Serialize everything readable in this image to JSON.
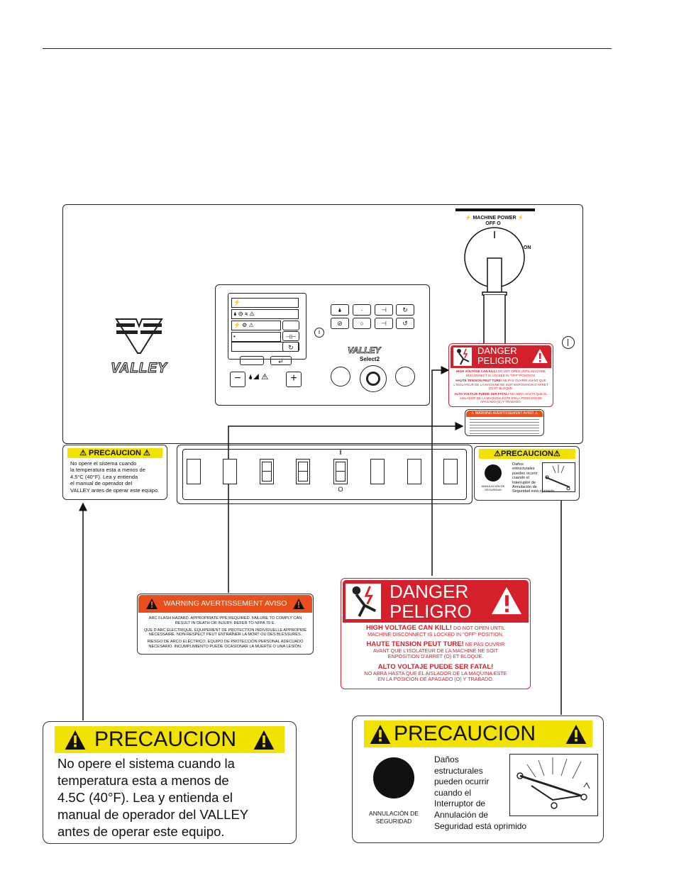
{
  "panel": {
    "brand": "VALLEY",
    "controller_brand": "VALLEY",
    "controller_model": "Select2",
    "disconnect_label": "MACHINE POWER",
    "disconnect_off": "OFF O",
    "disconnect_on": "I ON",
    "switch_on_mark": "I",
    "switch_off_mark": "O"
  },
  "small_precaucion_left": {
    "title": "PRECAUCION",
    "lines": [
      "No opere el sistema cuando",
      "la temperatura esta a menos de",
      "4.5°C (40°F). Lea y entienda",
      "el manual de operador del",
      "VALLEY antes de operar este equipo."
    ]
  },
  "small_precaucion_right": {
    "title": "PRECAUCION",
    "text_lines": [
      "Daños",
      "estructurales",
      "pueden ocurrir",
      "cuando el",
      "Interruptor de",
      "Annulación de",
      "Seguridad está oprimido"
    ],
    "button_label": "ANNULACIÓN DE SEGURIDAD"
  },
  "small_danger": {
    "title1": "DANGER",
    "title2": "PELIGRO",
    "l1": "HIGH VOLTAGE CAN KILL!",
    "l1b": "DO NOT OPEN UNTIL MACHINE DISCONNECT IS LOCKED IN \"OFF\" POSITION.",
    "l2": "HAUTE TENSION PEUT TURE!",
    "l2b": "NE PAS OUVRIR AVANT QUE L'ISOLATEUR DE LA MACHINE NE SOIT ENPOSITION D'ARRET (O) ET BLOQUE.",
    "l3": "ALTO VOLTAJE PUEDE SER FATAL!",
    "l3b": "NO ABRA HASTA QUE EL AISLADOR DE LA MAQUINA ESTE EN LA POSICION DE APAGADO (O) Y TRABADO."
  },
  "small_warning": {
    "title": "WARNING AVERTISSEMENT AVISO"
  },
  "warning_callout": {
    "title": "WARNING AVERTISSEMENT AVISO",
    "p1": "ARC FLASH HAZARD. APPROPRIATE PPE REQUIRED. FAILURE TO COMPLY CAN RESULT IN DEATH OR INJURY. REFER TO NFPA 70 E.",
    "p2": "QUE D'ARC ÉLECTRIQUE. ÉQUIPEMENT DE PROTECTION INDIVIDUELLE APPROPRIÉ NÉCESSAIRE. NON-RESPECT PEUT ENTRAÎNER LA MORT OU DES BLESSURES.",
    "p3": "RIESGO DE ARCO ELÉCTRICO. EQUIPO DE PROTECCIÓN PERSONAL ADECUADO NECESARIO. INCUMPLIMIENTO PUEDE OCASIONAR LA MUERTE O UNA LESIÓN."
  },
  "danger_callout": {
    "title1": "DANGER",
    "title2": "PELIGRO",
    "l1": "HIGH VOLTAGE CAN KILL!",
    "l1b": "DO NOT OPEN UNTIL",
    "l1c": "MACHINE DISCONNECT IS LOCKED IN \"OFF\" POSITION.",
    "l2": "HAUTE TENSION PEUT TURE!",
    "l2b": "NE PAS OUVRIR",
    "l2c": "AVANT QUE L'ISOLATEUR DE LA MACHINE NE SOIT",
    "l2d": "ENPOSITION D'ARRET (O) ET BLOQUE.",
    "l3": "ALTO VOLTAJE PUEDE SER FATAL!",
    "l3b": "NO ABRA HASTA QUE EL AISLADOR DE LA MAQUINA ESTE",
    "l3c": "EN LA POSICION DE APAGADO (O) Y TRABADO."
  },
  "precaucion_left_callout": {
    "title": "PRECAUCION",
    "lines": [
      "No opere el sistema cuando la",
      "temperatura esta a menos de",
      "4.5C (40°F). Lea y entienda el",
      "manual de operador del VALLEY",
      "antes de operar este equipo."
    ]
  },
  "precaucion_right_callout": {
    "title": "PRECAUCION",
    "lines": [
      "Daños",
      "estructurales",
      "pueden ocurrir",
      "cuando el",
      "Interruptor de",
      "Annulación de",
      "Seguridad está oprimido"
    ],
    "button_label_1": "ANNULACIÓN DE",
    "button_label_2": "SEGURIDAD"
  },
  "colors": {
    "danger_red": "#d4202a",
    "warning_orange": "#e94e1b",
    "caution_yellow": "#f2e200"
  }
}
